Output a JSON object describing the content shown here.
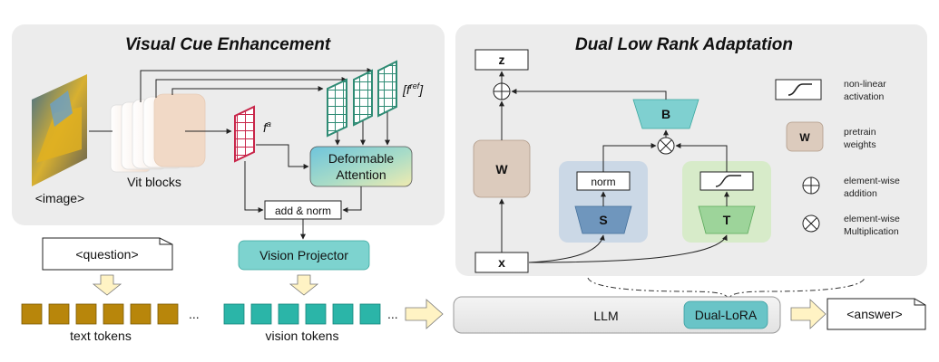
{
  "left_panel": {
    "title": "Visual Cue Enhancement",
    "image_label": "<image>",
    "vit_label": "Vit blocks",
    "f_a_label": "f",
    "f_a_sup": "a",
    "f_ref_label": "[f",
    "f_ref_sup": "ref",
    "f_ref_close": "]",
    "deformable_line1": "Deformable",
    "deformable_line2": "Attention",
    "add_norm": "add & norm",
    "vision_projector": "Vision Projector"
  },
  "right_panel": {
    "title": "Dual Low Rank Adaptation",
    "z": "z",
    "x": "x",
    "w": "W",
    "b": "B",
    "s": "S",
    "t": "T",
    "norm": "norm",
    "legend": [
      {
        "icon": "nonlinear-activation-icon",
        "line1": "non-linear",
        "line2": "activation"
      },
      {
        "icon": "pretrain-weights-icon",
        "line1": "pretrain",
        "line2": "weights",
        "glyph": "W"
      },
      {
        "icon": "element-wise-addition-icon",
        "line1": "element-wise",
        "line2": "addition"
      },
      {
        "icon": "element-wise-multiplication-icon",
        "line1": "element-wise",
        "line2": "Multiplication"
      }
    ]
  },
  "bottom": {
    "question": "<question>",
    "text_tokens": "text tokens",
    "vision_tokens": "vision tokens",
    "ellipsis": "...",
    "llm": "LLM",
    "dual_lora": "Dual-LoRA",
    "answer": "<answer>"
  },
  "colors": {
    "panel_bg": "#ececec",
    "text_token": "#b8860b",
    "vision_token": "#2bb5a8",
    "grid_red": "#c8264a",
    "grid_green": "#2e8b74",
    "projector": "#7dd3cf",
    "b_block": "#7fd0d0",
    "s_block": "#6f96bd",
    "t_block": "#9dd49a",
    "w_block": "#dccbbd",
    "yellow_arrow": "#fff3c4",
    "dual_lora": "#69c4c7"
  }
}
